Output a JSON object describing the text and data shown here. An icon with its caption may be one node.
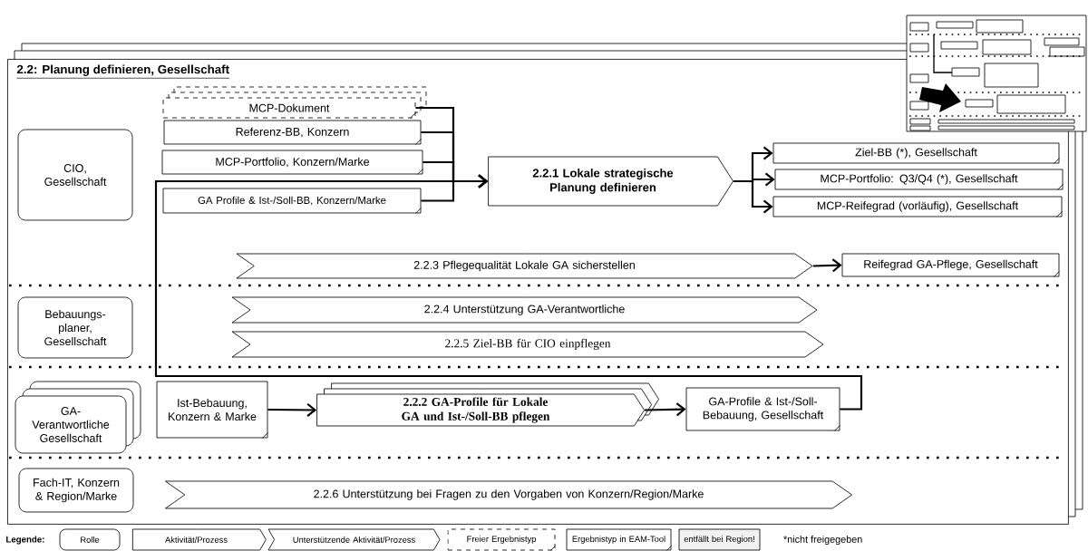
{
  "diagram": {
    "nodes": [
      {
        "text": [
          "2.2: Planung definieren, Gesellschaft"
        ]
      },
      {
        "text": [
          "CIO, Gesellschaft"
        ],
        "in": 0
      },
      {
        "text": [
          "MCP-Dokument"
        ],
        "in": 0
      },
      {
        "text": [
          "Referenz-BB, Konzern"
        ],
        "in": 0
      },
      {
        "text": [
          "MCP-Portfolio, Konzern/Marke"
        ],
        "in": 0
      },
      {
        "text": [
          "GA Profile & Ist-/Soll-BB, Konzern/Marke"
        ],
        "in": 0
      },
      {
        "text": [
          "2.2.1 Lokale strategische Planung definieren"
        ],
        "in": 0
      },
      {
        "text": [
          "Ziel-BB (*), Gesellschaft"
        ],
        "in": 0
      },
      {
        "text": [
          "MCP-Portfolio: Q3/Q4 (*), Gesellschaft"
        ],
        "in": 0
      },
      {
        "text": [
          "MCP-Reifegrad (vorläufig), Gesellschaft"
        ],
        "in": 0
      },
      {
        "text": [
          "2.2.3 Pflegequalität Lokale GA sicherstellen"
        ],
        "in": 0
      },
      {
        "text": [
          "Reifegrad GA-Pflege, Gesellschaft"
        ],
        "in": 0
      },
      {
        "text": [
          "Bebauungs- planer, Gesellschaft"
        ],
        "in": 0
      },
      {
        "text": [
          "2.2.4 Unterstützung GA-Verantwortliche"
        ],
        "in": 0
      },
      {
        "text": [
          "2.2.5 Ziel-BB für CIO einpflegen"
        ],
        "in": 0
      },
      {
        "text": [
          "GA-Verantwortliche Gesellschaft"
        ],
        "in": 0
      },
      {
        "text": [
          "Ist-Bebauung, Konzern & Marke"
        ],
        "in": 0
      },
      {
        "text": [
          "2.2.2 GA-Profile für Lokale GA und Ist-/Soll-BB pflegen"
        ],
        "in": 0
      },
      {
        "text": [
          "GA-Profile & Ist-/Soll-Bebauung, Gesellschaft"
        ],
        "in": 0
      },
      {
        "text": [
          "Fach-IT, Konzern & Region/Marke"
        ],
        "in": 0
      },
      {
        "text": [
          "2.2.6 Unterstützung bei Fragen zu den Vorgaben von Konzern/Region/Marke"
        ],
        "in": 0
      }
    ],
    "edges": [
      {
        "from": 2,
        "to": 6,
        "arrow": "to"
      },
      {
        "from": 3,
        "to": 6,
        "arrow": "to"
      },
      {
        "from": 4,
        "to": 6,
        "arrow": "to"
      },
      {
        "from": 5,
        "to": 6,
        "arrow": "to"
      },
      {
        "from": 6,
        "to": 7,
        "arrow": "to"
      },
      {
        "from": 6,
        "to": 8,
        "arrow": "to"
      },
      {
        "from": 6,
        "to": 9,
        "arrow": "to"
      },
      {
        "from": 10,
        "to": 11,
        "arrow": "to"
      },
      {
        "from": 16,
        "to": 17,
        "arrow": "to"
      },
      {
        "from": 17,
        "to": 18,
        "arrow": "to"
      },
      {
        "from": 18,
        "to": 6,
        "arrow": "to"
      }
    ],
    "labels": [
      "Legende:",
      "*nicht freigegeben"
    ],
    "legend": [
      {
        "text": "Rolle"
      },
      {
        "text": "Aktivität/Prozess"
      },
      {
        "text": "Unterstützende Aktivität/Prozess"
      },
      {
        "text": "Freier Ergebnistyp"
      },
      {
        "text": "Ergebnistyp in EAM-Tool"
      },
      {
        "text": "entfällt bei Region!",
        "color": "#f2f2f2"
      }
    ]
  }
}
